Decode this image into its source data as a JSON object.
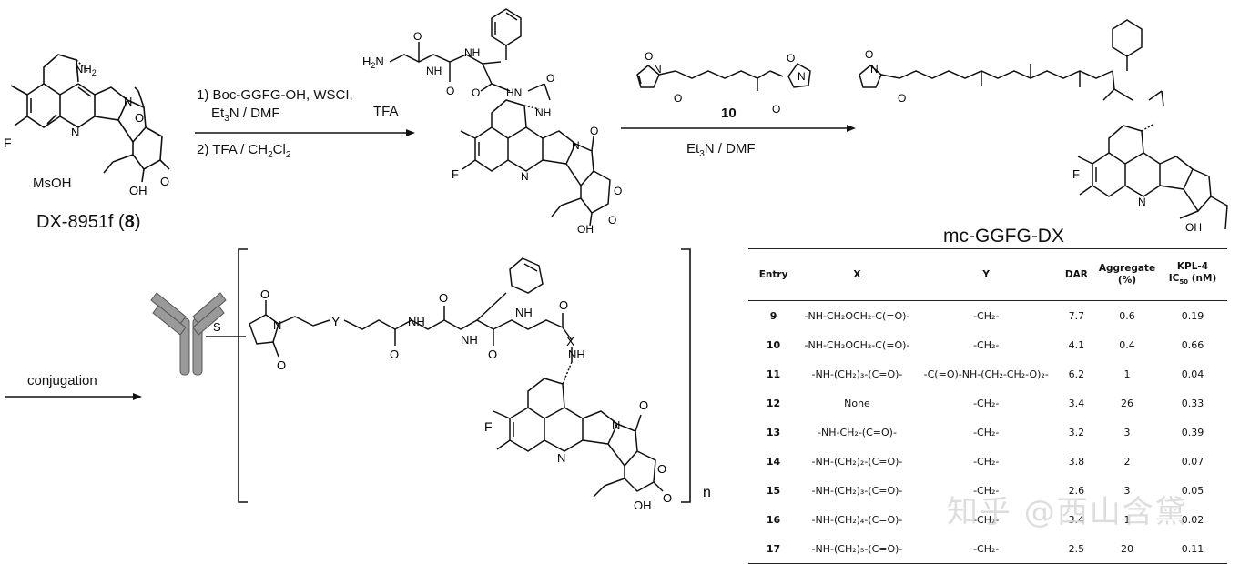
{
  "top": {
    "compound8": {
      "salt": "MsOH",
      "label_prefix": "DX-8951f (",
      "label_num": "8",
      "label_suffix": ")",
      "nh2": "NH",
      "nh2_sub": "2",
      "F": "F",
      "N": "N",
      "O": "O",
      "OH": "OH"
    },
    "step1": {
      "line1": "1) Boc-GGFG-OH, WSCI,",
      "line2a": "Et",
      "line2sub": "3",
      "line2b": "N / DMF",
      "line3a": "2) TFA / CH",
      "line3sub1": "2",
      "line3b": "Cl",
      "line3sub2": "2"
    },
    "intermediate": {
      "salt": "TFA",
      "h2n": "H",
      "h2n_sub": "2",
      "h2n_n": "N",
      "nh": "NH",
      "hn": "HN",
      "N": "N",
      "O": "O",
      "F": "F",
      "OH": "OH"
    },
    "step2": {
      "reagent_num": "10",
      "cond_a": "Et",
      "cond_sub": "3",
      "cond_b": "N / DMF"
    },
    "product": {
      "name": "mc-GGFG-DX",
      "N": "N",
      "O": "O",
      "F": "F",
      "OH": "OH"
    }
  },
  "bottom": {
    "arrow_label": "conjugation",
    "S": "S",
    "Y": "Y",
    "X": "X",
    "NH": "NH",
    "n": "n",
    "N": "N",
    "O": "O",
    "F": "F",
    "OH": "OH"
  },
  "table": {
    "headers": {
      "entry": "Entry",
      "x": "X",
      "y": "Y",
      "dar": "DAR",
      "agg1": "Aggregate",
      "agg2": "(%)",
      "kpl1": "KPL-4",
      "kpl2a": "IC",
      "kpl2sub": "50",
      "kpl2b": " (nM)"
    },
    "rows": [
      {
        "entry": "9",
        "x": "-NH-CH₂OCH₂-C(=O)-",
        "y": "-CH₂-",
        "dar": "7.7",
        "agg": "0.6",
        "ic50": "0.19"
      },
      {
        "entry": "10",
        "x": "-NH-CH₂OCH₂-C(=O)-",
        "y": "-CH₂-",
        "dar": "4.1",
        "agg": "0.4",
        "ic50": "0.66"
      },
      {
        "entry": "11",
        "x": "-NH-(CH₂)₃-(C=O)-",
        "y": "-C(=O)-NH-(CH₂-CH₂-O)₂-",
        "dar": "6.2",
        "agg": "1",
        "ic50": "0.04"
      },
      {
        "entry": "12",
        "x": "None",
        "y": "-CH₂-",
        "dar": "3.4",
        "agg": "26",
        "ic50": "0.33"
      },
      {
        "entry": "13",
        "x": "-NH-CH₂-(C=O)-",
        "y": "-CH₂-",
        "dar": "3.2",
        "agg": "3",
        "ic50": "0.39"
      },
      {
        "entry": "14",
        "x": "-NH-(CH₂)₂-(C=O)-",
        "y": "-CH₂-",
        "dar": "3.8",
        "agg": "2",
        "ic50": "0.07"
      },
      {
        "entry": "15",
        "x": "-NH-(CH₂)₃-(C=O)-",
        "y": "-CH₂-",
        "dar": "2.6",
        "agg": "3",
        "ic50": "0.05"
      },
      {
        "entry": "16",
        "x": "-NH-(CH₂)₄-(C=O)-",
        "y": "-CH₂-",
        "dar": "3.4",
        "agg": "1",
        "ic50": "0.02"
      },
      {
        "entry": "17",
        "x": "-NH-(CH₂)₅-(C=O)-",
        "y": "-CH₂-",
        "dar": "2.5",
        "agg": "20",
        "ic50": "0.11"
      }
    ]
  },
  "watermark": "知乎 @西山含黛"
}
